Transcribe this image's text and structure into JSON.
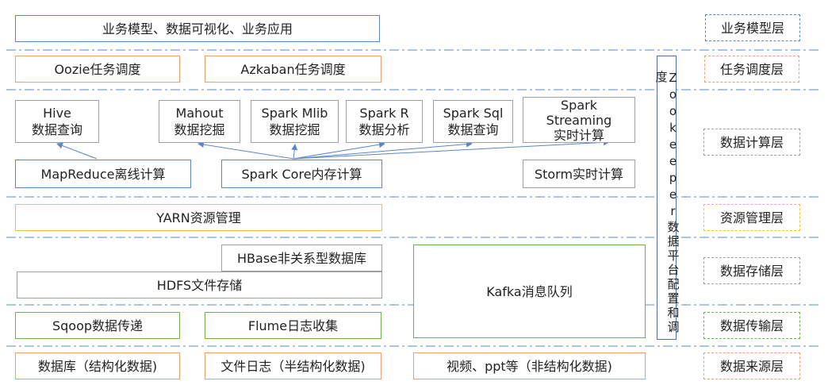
{
  "rows": {
    "business": {
      "main": "业务模型、数据可视化、业务应用",
      "layer": "业务模型层"
    },
    "scheduling": {
      "oozie": "Oozie任务调度",
      "azkaban": "Azkaban任务调度",
      "layer": "任务调度层"
    },
    "compute": {
      "hive": [
        "Hive",
        "数据查询"
      ],
      "mahout": [
        "Mahout",
        "数据挖掘"
      ],
      "mllib": [
        "Spark Mlib",
        "数据挖掘"
      ],
      "sparkr": [
        "Spark R",
        "数据分析"
      ],
      "sparksql": [
        "Spark Sql",
        "数据查询"
      ],
      "streaming": [
        "Spark",
        "Streaming",
        "实时计算"
      ],
      "mapreduce": "MapReduce离线计算",
      "sparkcore": "Spark Core内存计算",
      "storm": "Storm实时计算",
      "layer": "数据计算层"
    },
    "resource": {
      "yarn": "YARN资源管理",
      "layer": "资源管理层"
    },
    "storage": {
      "hbase": "HBase非关系型数据库",
      "hdfs": "HDFS文件存储",
      "kafka": "Kafka消息队列",
      "layer": "数据存储层"
    },
    "transfer": {
      "sqoop": "Sqoop数据传递",
      "flume": "Flume日志收集",
      "layer": "数据传输层"
    },
    "source": {
      "db": "数据库（结构化数据)",
      "logs": "文件日志（半结构化数据)",
      "media": "视频、ppt等（非结构化数据)",
      "layer": "数据来源层"
    }
  },
  "zookeeper": "Zookeeper数据平台配置和调度",
  "colors": {
    "blue": "#5b87c5",
    "orange": "#f0a070",
    "yellow": "#f2c233",
    "gray": "#a0a0a0",
    "green": "#6fb050",
    "divider": "#5b87c5"
  }
}
